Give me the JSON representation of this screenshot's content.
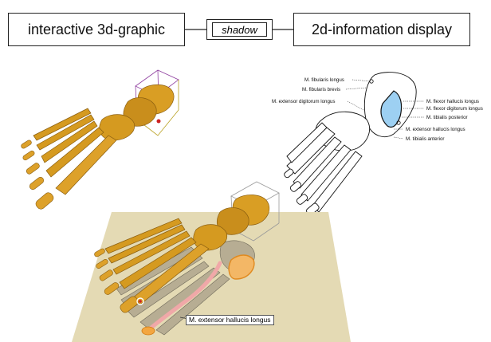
{
  "header": {
    "left_label": "interactive 3d-graphic",
    "middle_label": "shadow",
    "right_label": "2d-information display"
  },
  "diagram_2d": {
    "labels_left": [
      "M. fibularis longus",
      "M. fibularis brevis",
      "M. extensor digitorum longus"
    ],
    "labels_right": [
      "M. flexor hallucis longus",
      "M. flexor digitorum longus",
      "M. tibialis posterior",
      "M. extensor hallucis longus",
      "M. tibialis anterior"
    ],
    "highlight_color": "#9dd0f2"
  },
  "scene_3d": {
    "shadow_tag": "M. extensor hallucis longus",
    "bone_color": "#d59a20",
    "floor_color": "#e4dab4",
    "muscle_color": "#f0a8a8"
  }
}
